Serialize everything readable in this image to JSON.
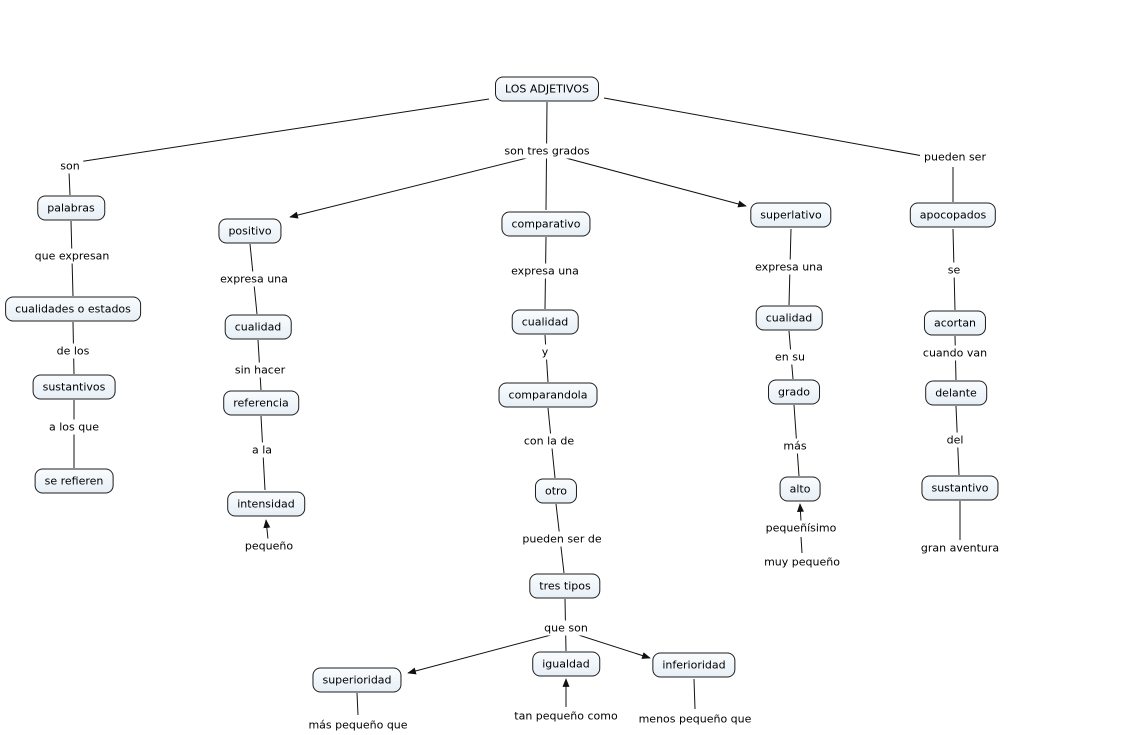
{
  "colors": {
    "background": "#ffffff",
    "node_fill_top": "#f9fcfe",
    "node_fill_bottom": "#e7eff6",
    "node_border": "#1c1c1c",
    "line": "#111111",
    "text": "#000000"
  },
  "nodes": {
    "root": "LOS ADJETIVOS",
    "palabras": "palabras",
    "cualidades_o_estados": "cualidades o estados",
    "sustantivos": "sustantivos",
    "se_refieren": "se refieren",
    "positivo": "positivo",
    "cualidad_pos": "cualidad",
    "referencia": "referencia",
    "intensidad": "intensidad",
    "comparativo": "comparativo",
    "cualidad_comp": "cualidad",
    "comparandola": "comparandola",
    "otro": "otro",
    "tres_tipos": "tres tipos",
    "superioridad": "superioridad",
    "igualdad": "igualdad",
    "inferioridad": "inferioridad",
    "superlativo": "superlativo",
    "cualidad_sup": "cualidad",
    "grado": "grado",
    "alto": "alto",
    "apocopados": "apocopados",
    "acortan": "acortan",
    "delante": "delante",
    "sustantivo": "sustantivo"
  },
  "labels": {
    "son": "son",
    "son_tres_grados": "son tres grados",
    "pueden_ser": "pueden ser",
    "que_expresan": "que expresan",
    "de_los": "de los",
    "a_los_que": "a los que",
    "expresa_una_pos": "expresa una",
    "sin_hacer": "sin hacer",
    "a_la": "a la",
    "pequeno": "pequeño",
    "expresa_una_comp": "expresa una",
    "y": "y",
    "con_la_de": "con la de",
    "pueden_ser_de": "pueden ser de",
    "que_son": "que son",
    "mas_pequeno_que": "más pequeño que",
    "tan_pequeno_como": "tan pequeño como",
    "menos_pequeno_que": "menos pequeño que",
    "expresa_una_sup": "expresa una",
    "en_su": "en su",
    "mas": "más",
    "pequenisimo": "pequeñísimo",
    "muy_pequeno": "muy pequeño",
    "se": "se",
    "cuando_van": "cuando van",
    "del": "del",
    "gran_aventura": "gran aventura"
  }
}
